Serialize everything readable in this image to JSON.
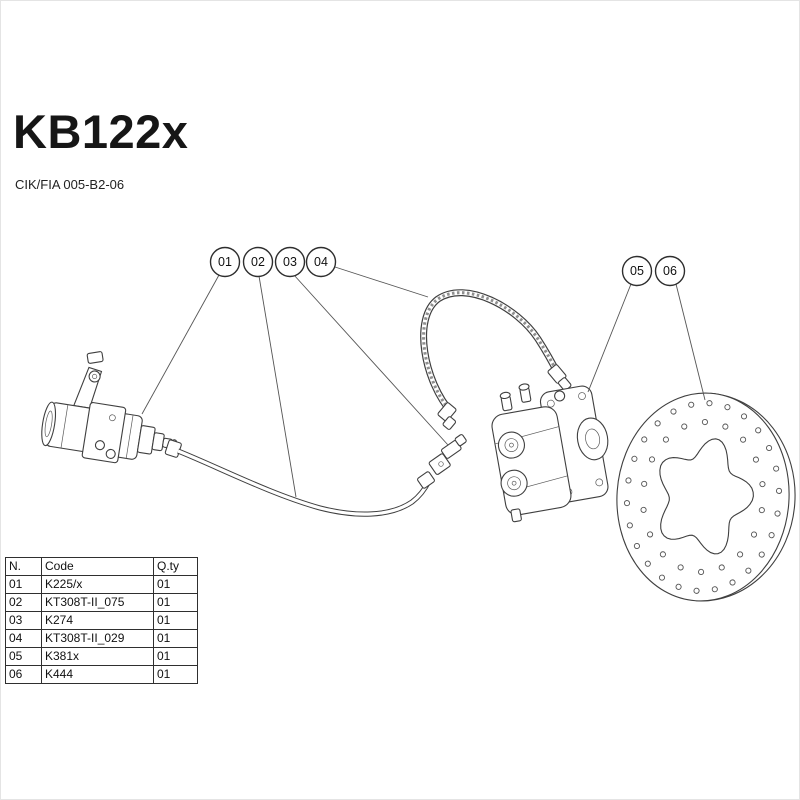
{
  "page": {
    "title": "KB122x",
    "subtitle": "CIK/FIA 005-B2-06"
  },
  "balloons": [
    {
      "id": "01"
    },
    {
      "id": "02"
    },
    {
      "id": "03"
    },
    {
      "id": "04"
    },
    {
      "id": "05"
    },
    {
      "id": "06"
    }
  ],
  "parts_table": {
    "headers": {
      "n": "N.",
      "code": "Code",
      "qty": "Q.ty"
    },
    "rows": [
      {
        "n": "01",
        "code": "K225/x",
        "qty": "01"
      },
      {
        "n": "02",
        "code": "KT308T-II_075",
        "qty": "01"
      },
      {
        "n": "03",
        "code": "K274",
        "qty": "01"
      },
      {
        "n": "04",
        "code": "KT308T-II_029",
        "qty": "01"
      },
      {
        "n": "05",
        "code": "K381x",
        "qty": "01"
      },
      {
        "n": "06",
        "code": "K444",
        "qty": "01"
      }
    ]
  }
}
